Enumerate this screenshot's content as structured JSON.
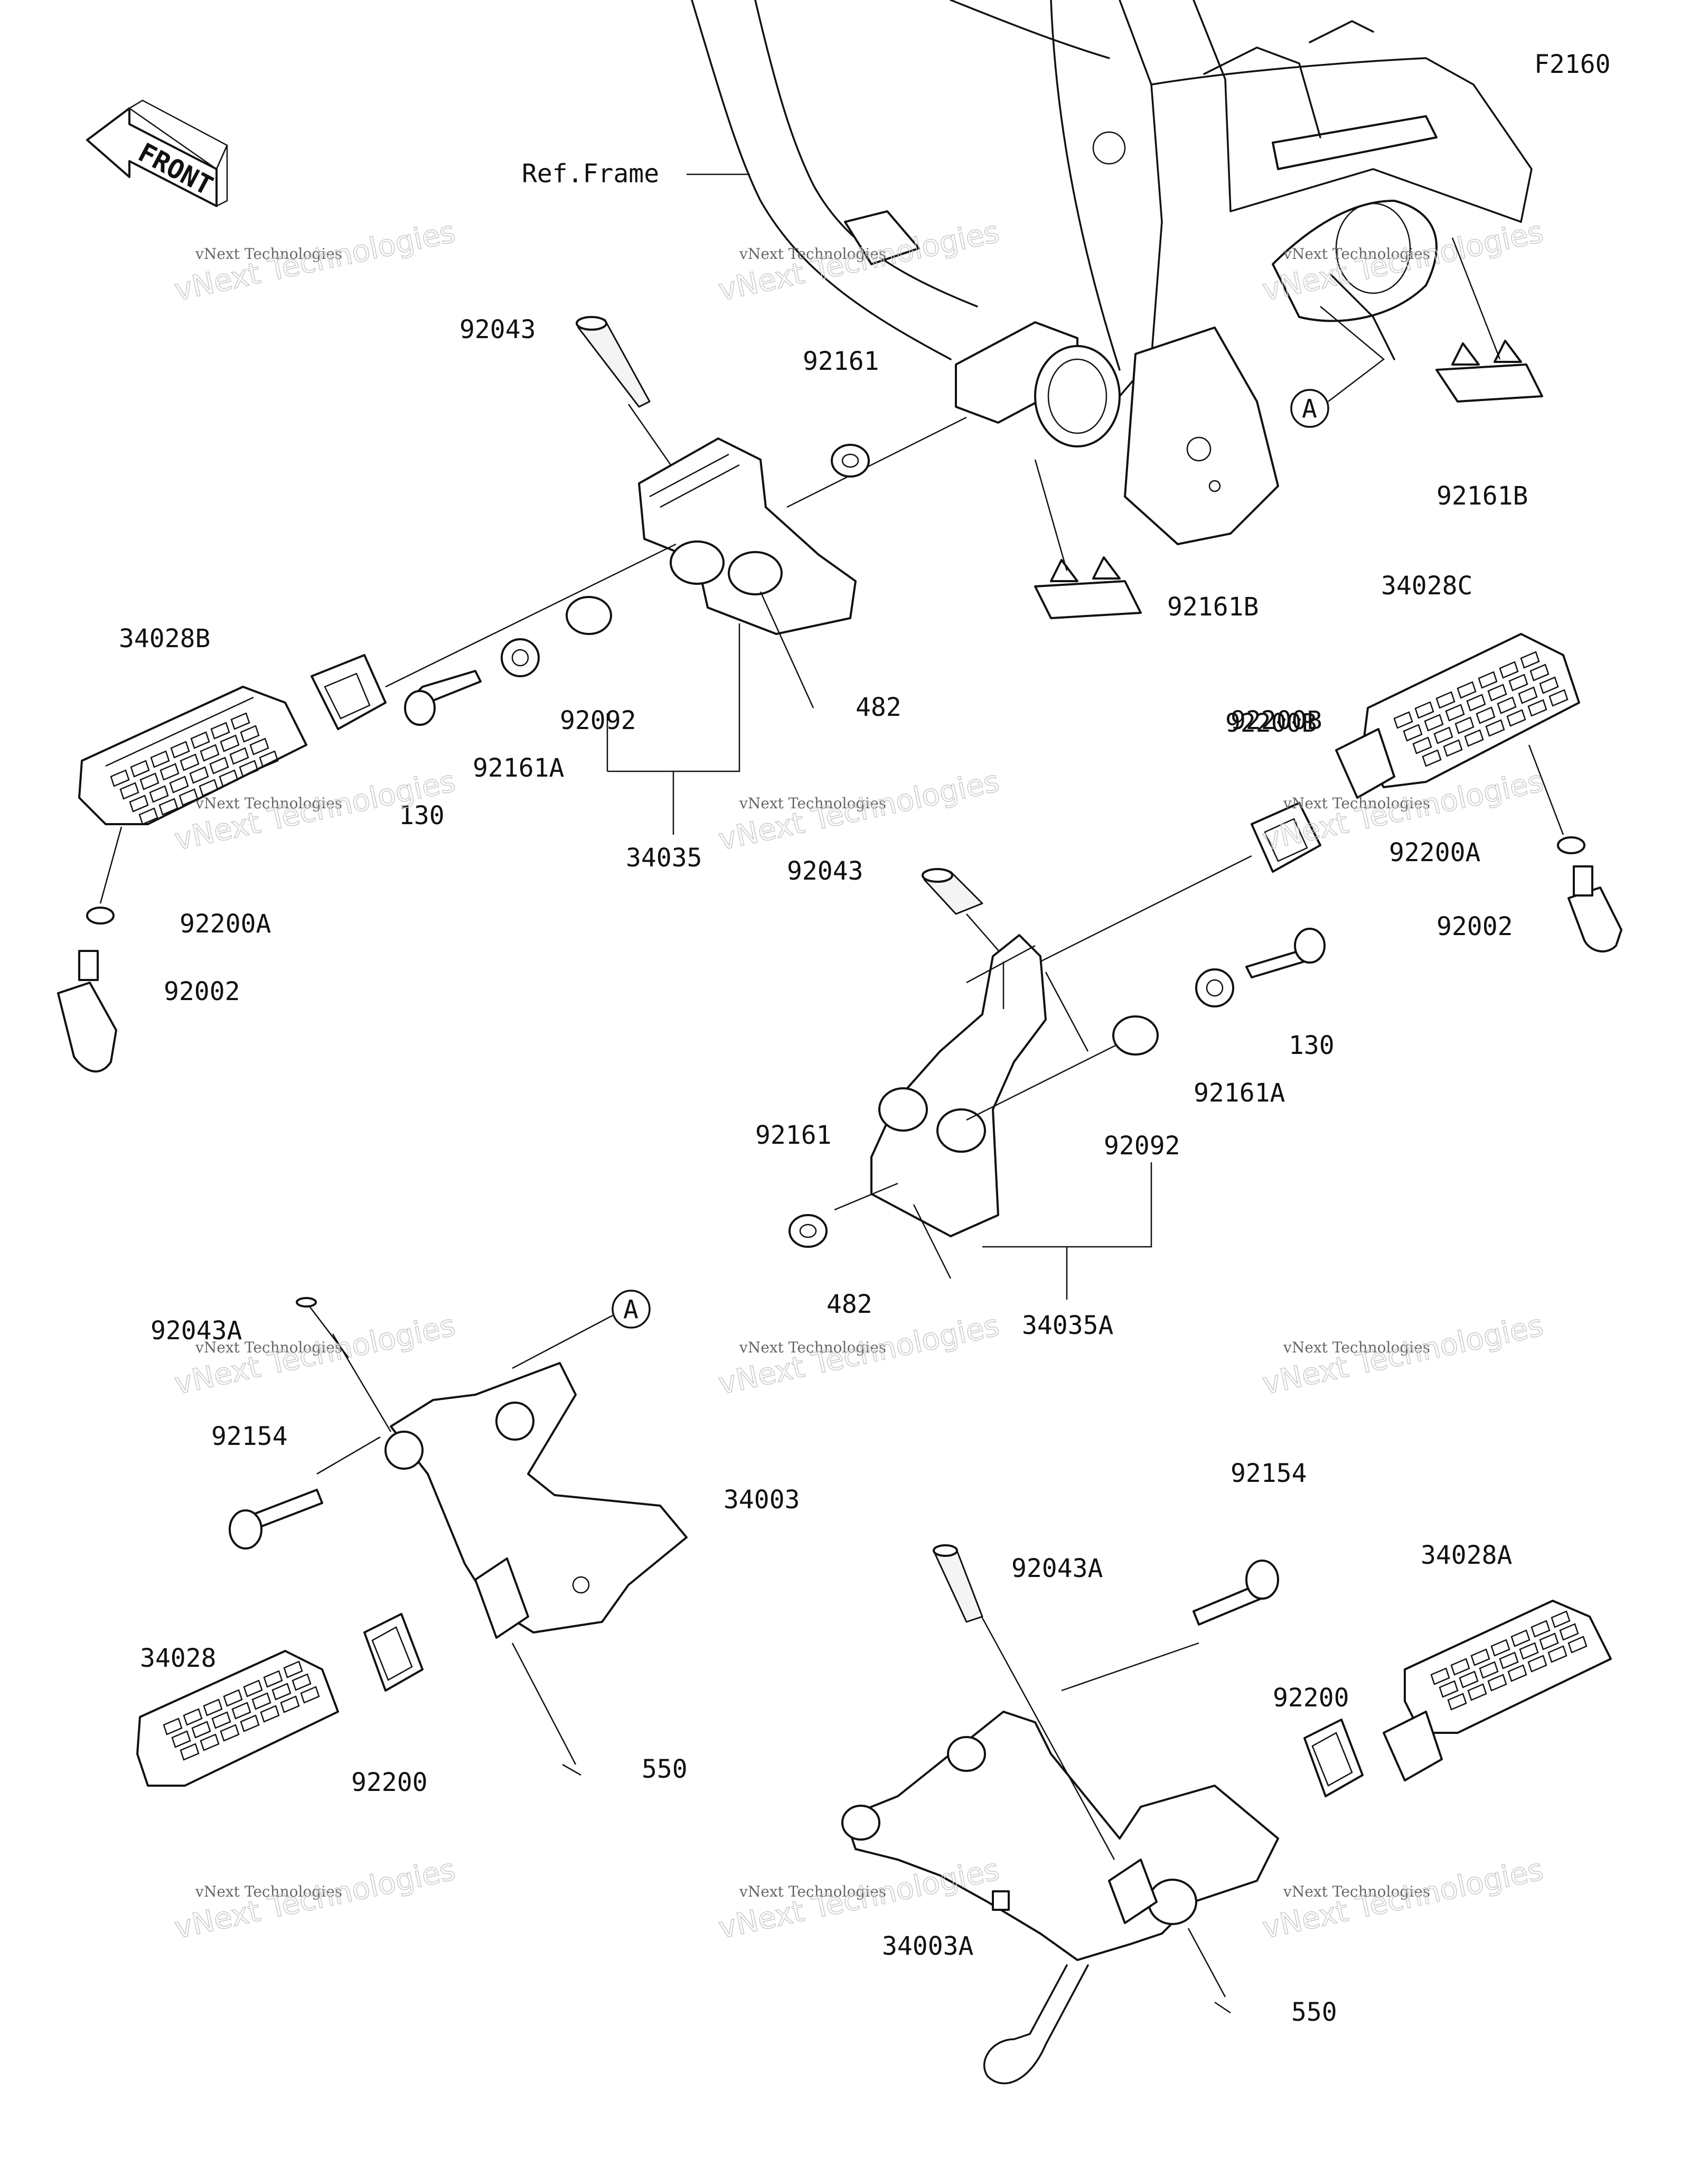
{
  "diagram_code": "F2160",
  "front_label": "FRONT",
  "ref_frame_label": "Ref.Frame",
  "watermark": {
    "line1": "vNext Technologies",
    "line2": "vNext Technologies"
  },
  "part_labels": [
    "92043",
    "92161",
    "92161B",
    "92161B",
    "34028C",
    "92200B",
    "34028B",
    "130",
    "92161A",
    "92092",
    "482",
    "34035",
    "92200B",
    "92200A",
    "92002",
    "92200A",
    "92002",
    "92043",
    "130",
    "92161A",
    "92161",
    "92092",
    "482",
    "34035A",
    "92043A",
    "92154",
    "34003",
    "34028",
    "92200",
    "550",
    "92154",
    "92043A",
    "34028A",
    "92200",
    "34003A",
    "550"
  ],
  "callout_marks": [
    "A",
    "A"
  ]
}
